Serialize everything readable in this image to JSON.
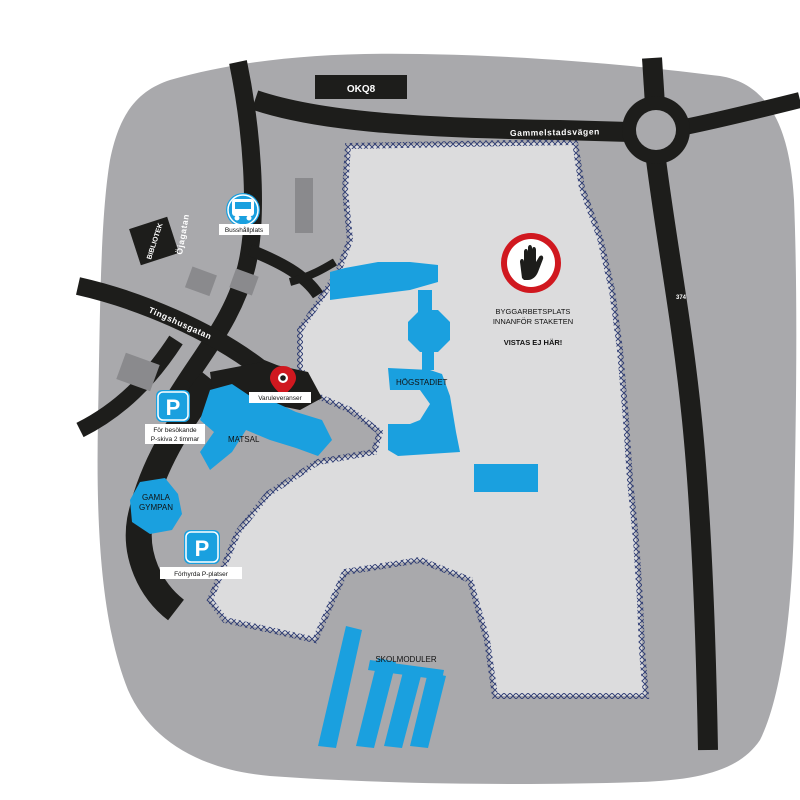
{
  "colors": {
    "ground": "#a9a9ac",
    "site": "#dcdcdd",
    "road": "#1d1d1b",
    "building": "#1aa0df",
    "fence": "#2d3b72",
    "parking": "#1aa0df",
    "stop_sign": "#d0181f"
  },
  "labels": {
    "okq8": "OKQ8",
    "gammelstadsvagen": "Gammelstadsvägen",
    "road_374": "374",
    "bibliotek": "BIBLIOTEK",
    "ojagatan": "Öjagatan",
    "tingshusgatan": "Tingshusgatan",
    "busshallplats": "Busshållplats",
    "varuleveranser": "Varuleveranser",
    "for_besokande_1": "För besökande",
    "for_besokande_2": "P-skiva 2 timmar",
    "matsal": "MATSAL",
    "gamla_gympan_1": "GAMLA",
    "gamla_gympan_2": "GYMPAN",
    "forhyrda": "Förhyrda P-platser",
    "hogstadiet": "HÖGSTADIET",
    "skolmoduler": "SKOLMODULER",
    "byggarbetsplats_1": "BYGGARBETSPLATS",
    "byggarbetsplats_2": "INNANFÖR STAKETEN",
    "vistas": "VISTAS EJ HÄR!",
    "parking_letter": "P"
  },
  "icons": {
    "bus": "bus-icon",
    "parking": "parking-icon",
    "pin": "location-pin-icon",
    "stop": "stop-hand-icon"
  }
}
